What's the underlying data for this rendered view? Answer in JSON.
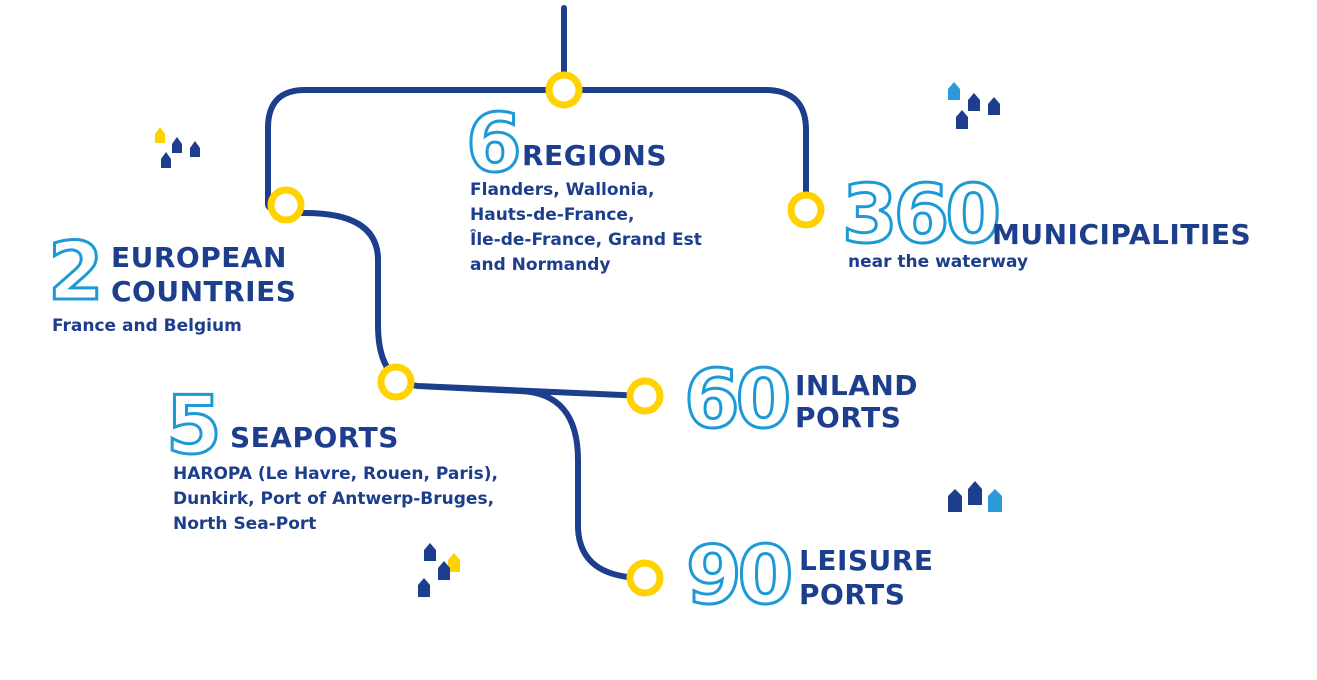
{
  "colors": {
    "line": "#1d3e8c",
    "station": "#ffd200",
    "number_outline": "#1d9ad6",
    "text": "#1d3e8c",
    "house_dark": "#1d3e8c",
    "house_light": "#2b9ad9",
    "house_yellow": "#ffd200"
  },
  "stats": {
    "regions": {
      "number": "6",
      "label": "REGIONS",
      "sub": [
        "Flanders, Wallonia,",
        "Hauts-de-France,",
        "Île-de-France, Grand Est",
        "and Normandy"
      ]
    },
    "municipalities": {
      "number": "360",
      "label": "MUNICIPALITIES",
      "sub": [
        "near the waterway"
      ]
    },
    "countries": {
      "number": "2",
      "label": [
        "EUROPEAN",
        "COUNTRIES"
      ],
      "sub": [
        "France and Belgium"
      ]
    },
    "seaports": {
      "number": "5",
      "label": "SEAPORTS",
      "sub": [
        "HAROPA (Le Havre, Rouen, Paris),",
        "Dunkirk, Port of Antwerp-Bruges,",
        "North Sea-Port"
      ]
    },
    "inland": {
      "number": "60",
      "label": [
        "INLAND",
        "PORTS"
      ]
    },
    "leisure": {
      "number": "90",
      "label": [
        "LEISURE",
        "PORTS"
      ]
    }
  },
  "icons": [
    "houses-icon",
    "station-icon"
  ]
}
